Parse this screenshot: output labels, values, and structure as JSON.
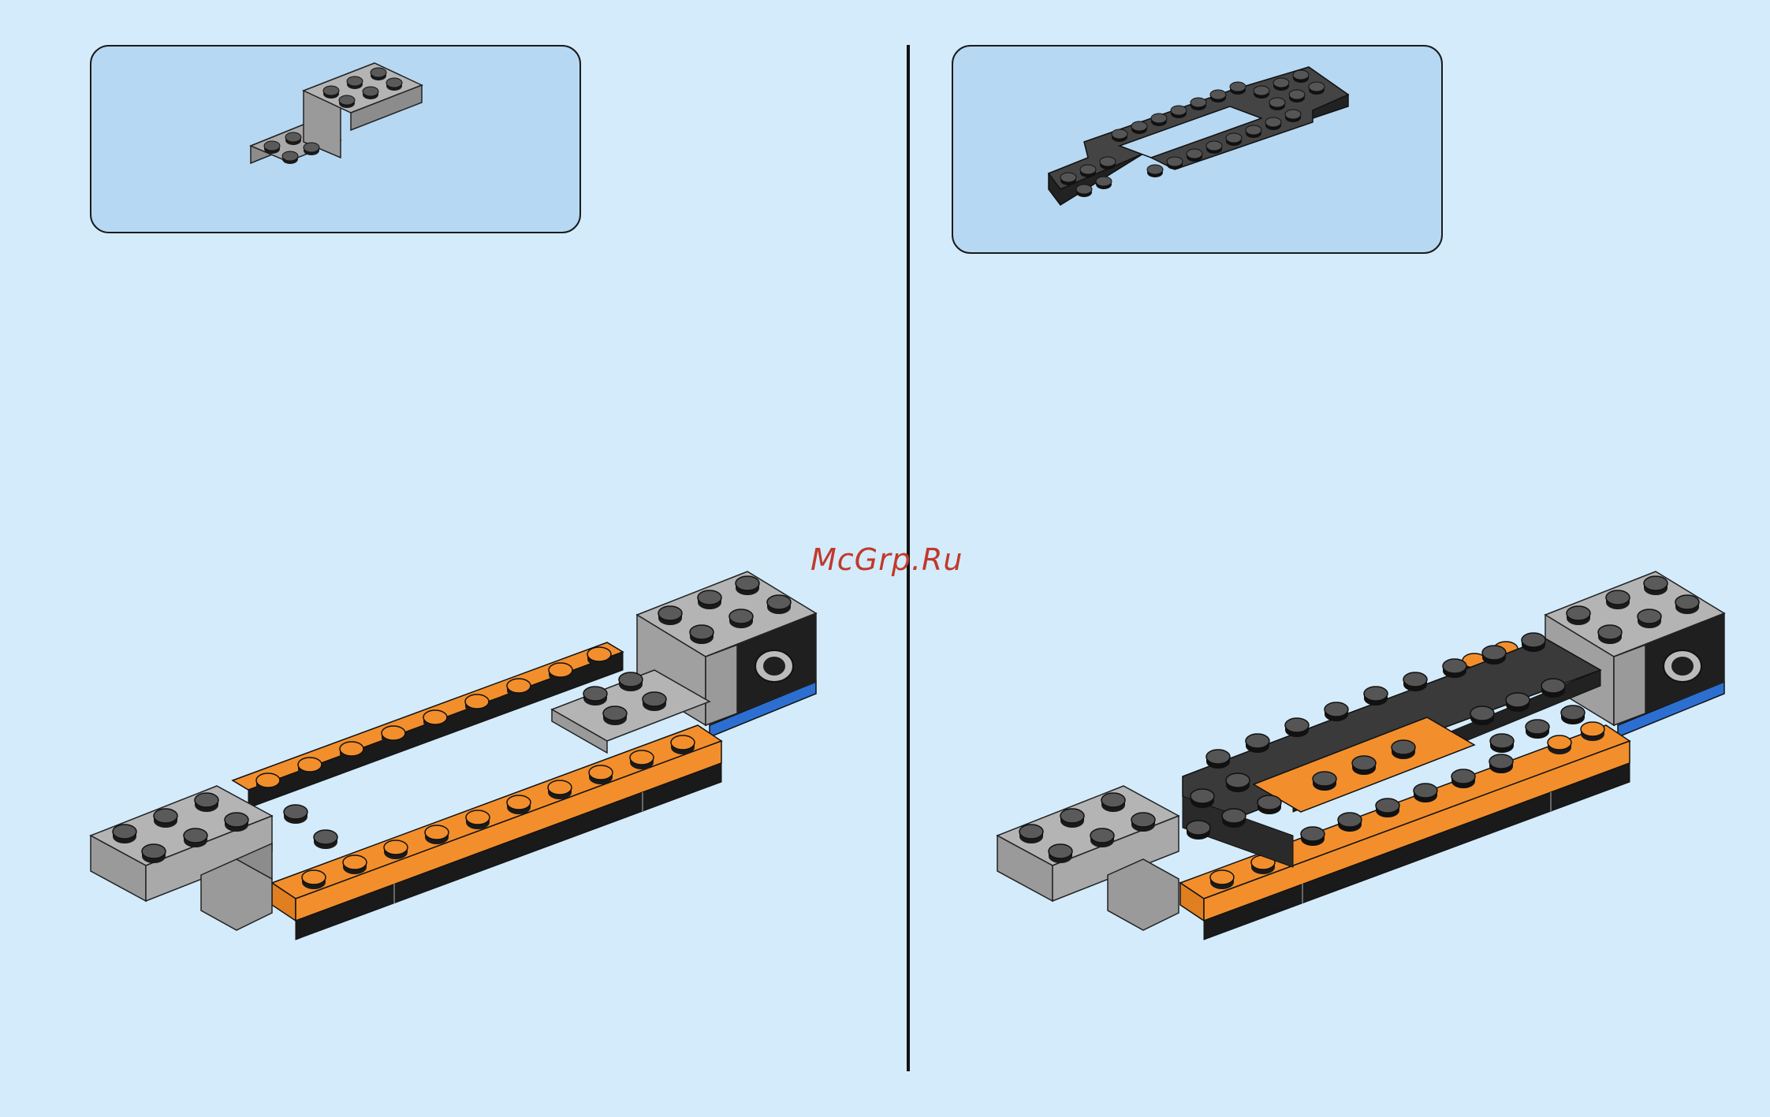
{
  "page": {
    "background_color": "#d4ebfb",
    "parts_box_color": "#b7d8f2"
  },
  "left_step": {
    "parts_callout": [
      {
        "part": "light-gray-bracket-2x4-icon",
        "color": "#a9a9a9",
        "quantity_shown": 1
      }
    ],
    "assembly": "orange-frame-with-gray-brackets"
  },
  "right_step": {
    "parts_callout": [
      {
        "part": "dark-gray-plate-with-cutout-icon",
        "color": "#3c3c3c",
        "quantity_shown": 1
      }
    ],
    "assembly": "orange-frame-with-dark-plate-added"
  },
  "colors": {
    "orange": "#f28f2c",
    "light_gray": "#a9a9a9",
    "dark_gray": "#3c3c3c",
    "blue": "#2c6fd1",
    "black": "#1a1a1a"
  },
  "watermark": {
    "text": "McGrp.Ru",
    "color": "#c0392b"
  }
}
